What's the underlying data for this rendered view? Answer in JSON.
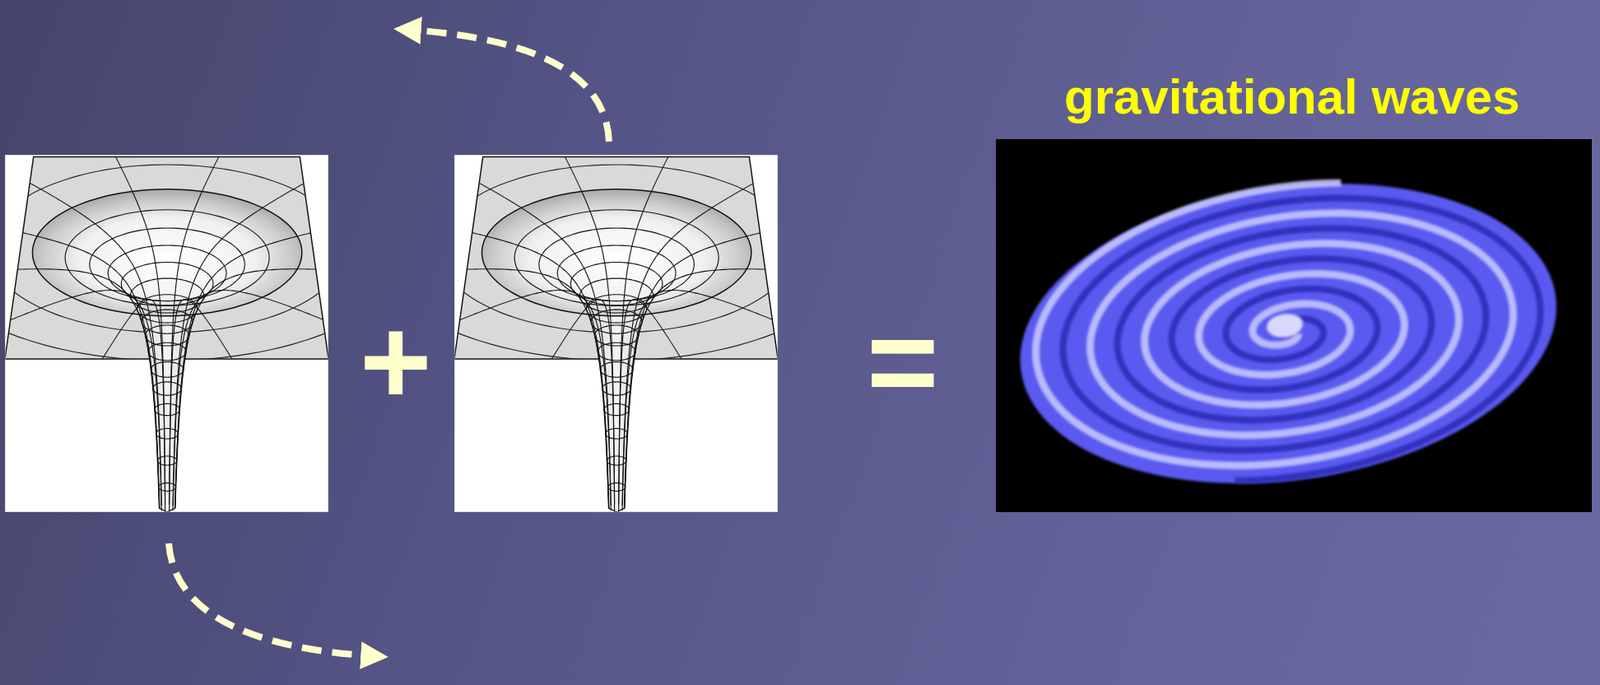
{
  "diagram": {
    "labels": [
      "+",
      "=",
      "gravitational waves"
    ]
  }
}
